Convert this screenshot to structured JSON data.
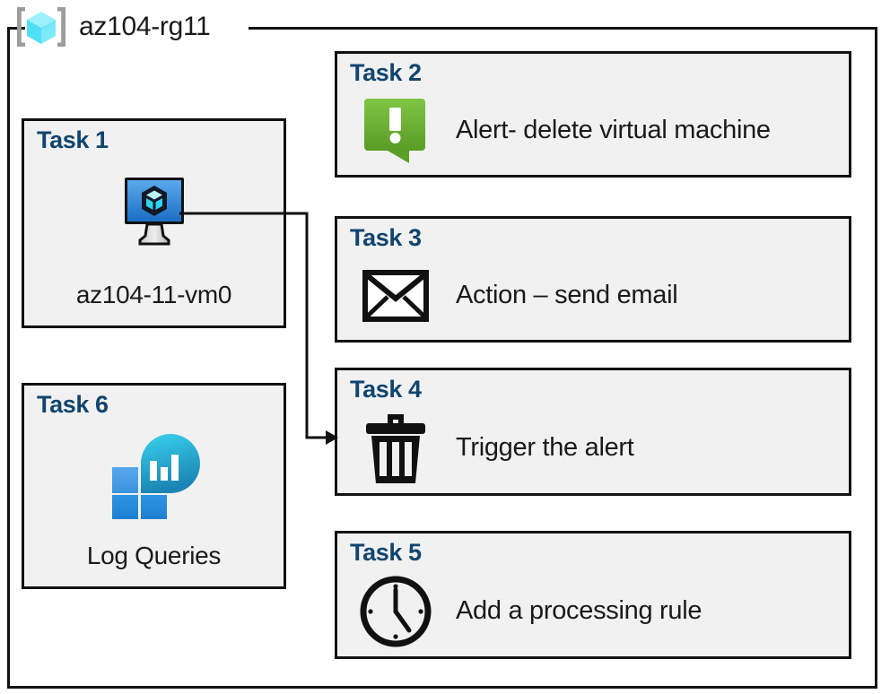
{
  "resource_group": {
    "name": "az104-rg11",
    "icon": "resource-group-cube-icon"
  },
  "colors": {
    "card_fill": "#f1f1f1",
    "card_border": "#111111",
    "task_title": "#11456e",
    "alert_green_light": "#7cc242",
    "alert_green_dark": "#5a9c26",
    "rg_cube_cyan": "#4fe0f5",
    "vm_screen_blue": "#2f8fe0",
    "log_square_blue": "#2389dc",
    "log_blob_teal": "#2fc7e0"
  },
  "tasks": [
    {
      "id": "task-1",
      "title": "Task 1",
      "label": "az104-11-vm0",
      "icon": "virtual-machine-icon",
      "layout": "vertical"
    },
    {
      "id": "task-2",
      "title": "Task 2",
      "label": "Alert- delete virtual machine",
      "icon": "alert-exclamation-bubble-icon",
      "layout": "horizontal"
    },
    {
      "id": "task-3",
      "title": "Task 3",
      "label": "Action – send email",
      "icon": "envelope-icon",
      "layout": "horizontal"
    },
    {
      "id": "task-4",
      "title": "Task 4",
      "label": "Trigger the alert",
      "icon": "trash-can-icon",
      "layout": "horizontal"
    },
    {
      "id": "task-5",
      "title": "Task 5",
      "label": "Add a processing rule",
      "icon": "clock-icon",
      "layout": "horizontal"
    },
    {
      "id": "task-6",
      "title": "Task 6",
      "label": "Log Queries",
      "icon": "log-analytics-icon",
      "layout": "vertical"
    }
  ],
  "connector": {
    "from": "task-1-vm-icon",
    "to": "task-4-card",
    "arrow": "arrowhead-right"
  }
}
